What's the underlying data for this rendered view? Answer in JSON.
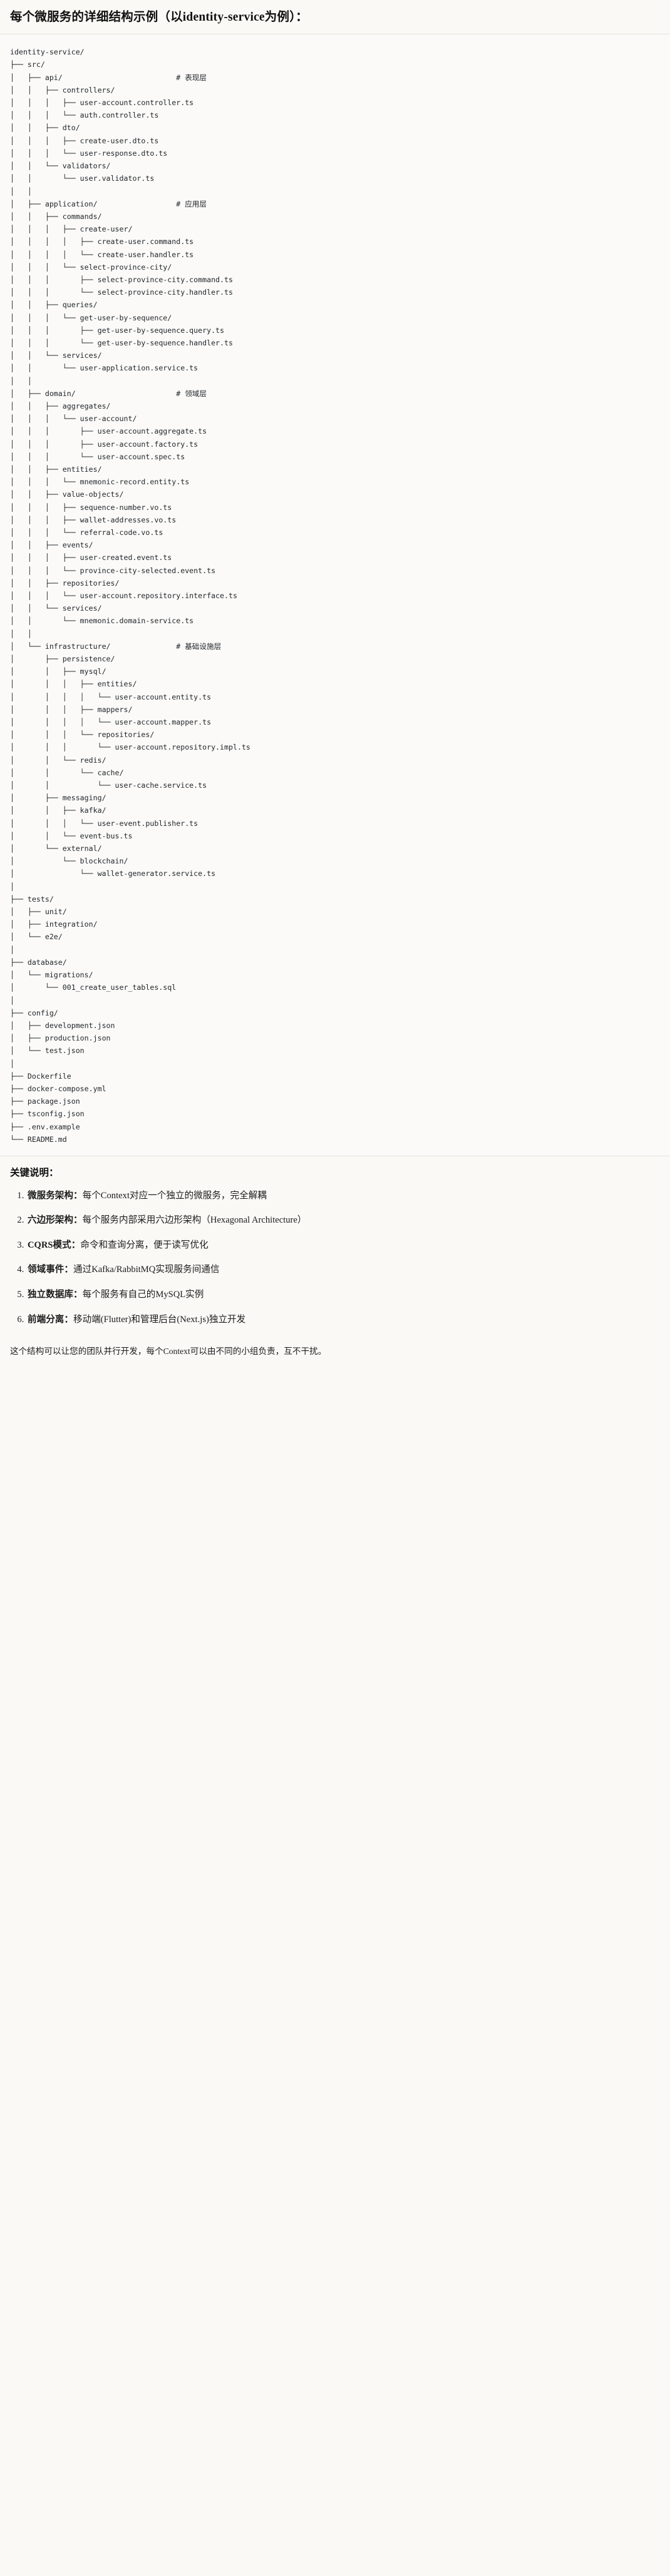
{
  "heading": "每个微服务的详细结构示例（以identity-service为例）：",
  "code_block": {
    "language": "text",
    "lines": [
      "identity-service/",
      "├── src/",
      "│   ├── api/                          # 表现层",
      "│   │   ├── controllers/",
      "│   │   │   ├── user-account.controller.ts",
      "│   │   │   └── auth.controller.ts",
      "│   │   ├── dto/",
      "│   │   │   ├── create-user.dto.ts",
      "│   │   │   └── user-response.dto.ts",
      "│   │   └── validators/",
      "│   │       └── user.validator.ts",
      "│   │",
      "│   ├── application/                  # 应用层",
      "│   │   ├── commands/",
      "│   │   │   ├── create-user/",
      "│   │   │   │   ├── create-user.command.ts",
      "│   │   │   │   └── create-user.handler.ts",
      "│   │   │   └── select-province-city/",
      "│   │   │       ├── select-province-city.command.ts",
      "│   │   │       └── select-province-city.handler.ts",
      "│   │   ├── queries/",
      "│   │   │   └── get-user-by-sequence/",
      "│   │   │       ├── get-user-by-sequence.query.ts",
      "│   │   │       └── get-user-by-sequence.handler.ts",
      "│   │   └── services/",
      "│   │       └── user-application.service.ts",
      "│   │",
      "│   ├── domain/                       # 领域层",
      "│   │   ├── aggregates/",
      "│   │   │   └── user-account/",
      "│   │   │       ├── user-account.aggregate.ts",
      "│   │   │       ├── user-account.factory.ts",
      "│   │   │       └── user-account.spec.ts",
      "│   │   ├── entities/",
      "│   │   │   └── mnemonic-record.entity.ts",
      "│   │   ├── value-objects/",
      "│   │   │   ├── sequence-number.vo.ts",
      "│   │   │   ├── wallet-addresses.vo.ts",
      "│   │   │   └── referral-code.vo.ts",
      "│   │   ├── events/",
      "│   │   │   ├── user-created.event.ts",
      "│   │   │   └── province-city-selected.event.ts",
      "│   │   ├── repositories/",
      "│   │   │   └── user-account.repository.interface.ts",
      "│   │   └── services/",
      "│   │       └── mnemonic.domain-service.ts",
      "│   │",
      "│   └── infrastructure/               # 基础设施层",
      "│       ├── persistence/",
      "│       │   ├── mysql/",
      "│       │   │   ├── entities/",
      "│       │   │   │   └── user-account.entity.ts",
      "│       │   │   ├── mappers/",
      "│       │   │   │   └── user-account.mapper.ts",
      "│       │   │   └── repositories/",
      "│       │   │       └── user-account.repository.impl.ts",
      "│       │   └── redis/",
      "│       │       └── cache/",
      "│       │           └── user-cache.service.ts",
      "│       ├── messaging/",
      "│       │   ├── kafka/",
      "│       │   │   └── user-event.publisher.ts",
      "│       │   └── event-bus.ts",
      "│       └── external/",
      "│           └── blockchain/",
      "│               └── wallet-generator.service.ts",
      "│",
      "├── tests/",
      "│   ├── unit/",
      "│   ├── integration/",
      "│   └── e2e/",
      "│",
      "├── database/",
      "│   └── migrations/",
      "│       └── 001_create_user_tables.sql",
      "│",
      "├── config/",
      "│   ├── development.json",
      "│   ├── production.json",
      "│   └── test.json",
      "│",
      "├── Dockerfile",
      "├── docker-compose.yml",
      "├── package.json",
      "├── tsconfig.json",
      "├── .env.example",
      "└── README.md"
    ]
  },
  "keypoints": {
    "title": "关键说明：",
    "items": [
      {
        "term": "微服务架构",
        "sep": "：",
        "desc": "每个Context对应一个独立的微服务，完全解耦"
      },
      {
        "term": "六边形架构",
        "sep": "：",
        "desc": "每个服务内部采用六边形架构（Hexagonal Architecture）"
      },
      {
        "term": "CQRS模式",
        "sep": "：",
        "desc": "命令和查询分离，便于读写优化"
      },
      {
        "term": "领域事件",
        "sep": "：",
        "desc": "通过Kafka/RabbitMQ实现服务间通信"
      },
      {
        "term": "独立数据库",
        "sep": "：",
        "desc": "每个服务有自己的MySQL实例"
      },
      {
        "term": "前端分离",
        "sep": "：",
        "desc": "移动端(Flutter)和管理后台(Next.js)独立开发"
      }
    ]
  },
  "closing": "这个结构可以让您的团队并行开发，每个Context可以由不同的小组负责，互不干扰。",
  "colors": {
    "background": "#faf9f6",
    "code_background": "#fbfaf8",
    "text": "#1c1c1c",
    "rule": "#e3e1dc"
  }
}
